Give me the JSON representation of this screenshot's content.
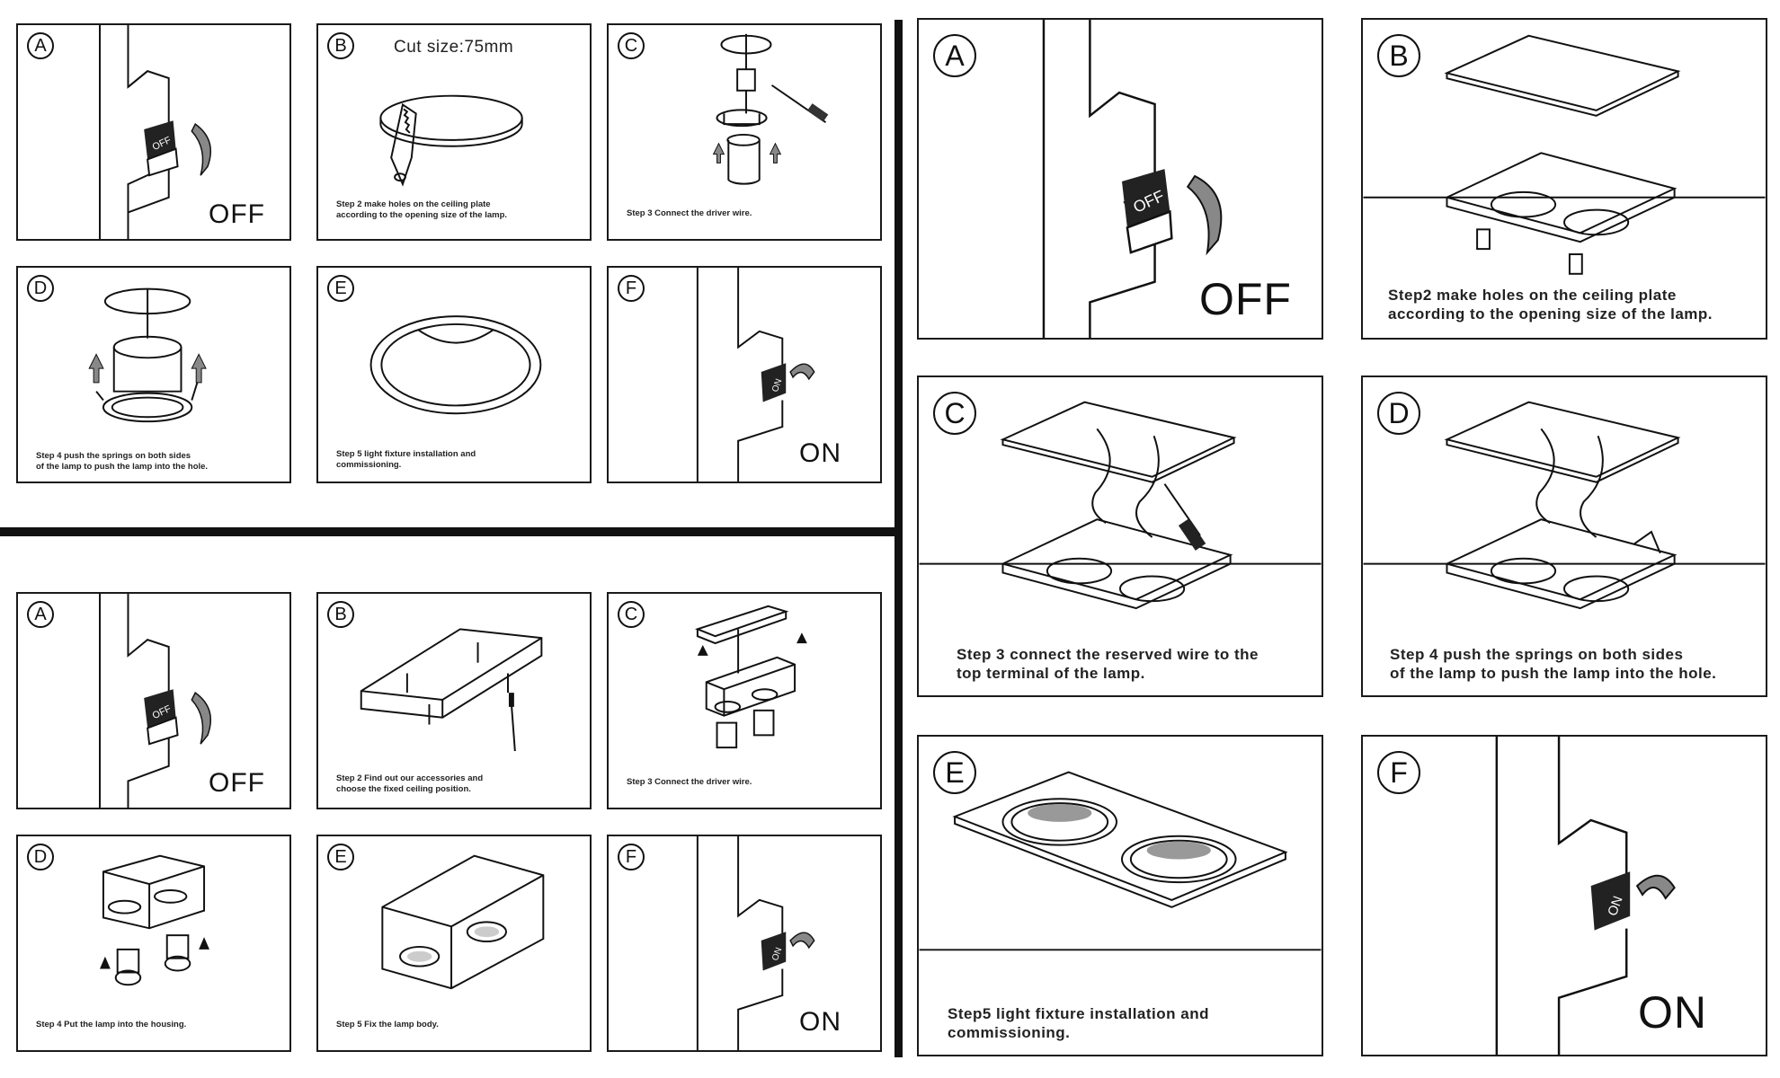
{
  "panels": {
    "g1": {
      "a": {
        "letter": "A",
        "label": "OFF"
      },
      "b": {
        "letter": "B",
        "title": "Cut size:75mm",
        "caption": "Step 2 make holes on the ceiling plate\naccording to the opening size of the lamp."
      },
      "c": {
        "letter": "C",
        "caption": "Step 3 Connect the driver wire."
      },
      "d": {
        "letter": "D",
        "caption": "Step 4 push the springs on both sides\nof the lamp to push the lamp into the hole."
      },
      "e": {
        "letter": "E",
        "caption": "Step 5 light fixture installation and\ncommissioning."
      },
      "f": {
        "letter": "F",
        "label": "ON"
      }
    },
    "g2": {
      "a": {
        "letter": "A",
        "label": "OFF"
      },
      "b": {
        "letter": "B",
        "caption": "Step 2 Find out our accessories and\nchoose the fixed ceiling position."
      },
      "c": {
        "letter": "C",
        "caption": "Step 3 Connect the driver wire."
      },
      "d": {
        "letter": "D",
        "caption": "Step 4 Put the lamp into the housing."
      },
      "e": {
        "letter": "E",
        "caption": "Step 5 Fix the lamp body."
      },
      "f": {
        "letter": "F",
        "label": "ON"
      }
    },
    "g3": {
      "a": {
        "letter": "A",
        "label": "OFF"
      },
      "b": {
        "letter": "B",
        "caption": "Step2 make holes on the ceiling plate\naccording to the opening size of the lamp."
      },
      "c": {
        "letter": "C",
        "caption": "Step 3 connect the reserved wire to the\ntop terminal of the lamp."
      },
      "d": {
        "letter": "D",
        "caption": "Step 4 push the springs on both sides\nof the lamp to push the lamp into the hole."
      },
      "e": {
        "letter": "E",
        "caption": "Step5 light fixture installation and\ncommissioning."
      },
      "f": {
        "letter": "F",
        "label": "ON"
      }
    }
  },
  "switch_text": {
    "off": "OFF",
    "on": "ON"
  }
}
